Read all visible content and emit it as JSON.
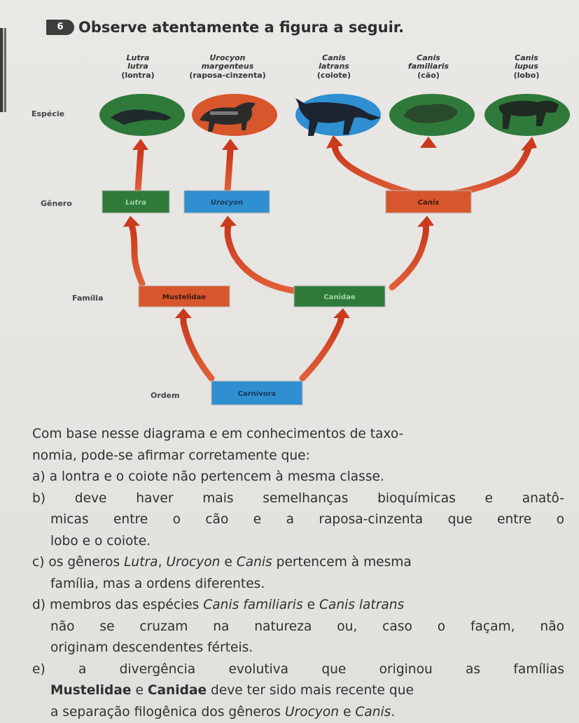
{
  "question": {
    "number": "6",
    "title": "Observe atentamente a figura a seguir."
  },
  "diagram": {
    "ranks": {
      "species": "Espécie",
      "genus": "Gênero",
      "family": "Família",
      "order": "Ordem"
    },
    "species": [
      {
        "scientific_1": "Lutra",
        "scientific_2": "lutra",
        "common": "(lontra)",
        "color": "#2f7a3a"
      },
      {
        "scientific_1": "Urocyon",
        "scientific_2": "margenteus",
        "common": "(raposa-cinzenta)",
        "color": "#d8562c"
      },
      {
        "scientific_1": "Canis",
        "scientific_2": "latrans",
        "common": "(coiote)",
        "color": "#2f8fd0"
      },
      {
        "scientific_1": "Canis",
        "scientific_2": "familiaris",
        "common": "(cão)",
        "color": "#2f7a3a"
      },
      {
        "scientific_1": "Canis",
        "scientific_2": "lupus",
        "common": "(lobo)",
        "color": "#2f7a3a"
      }
    ],
    "genera": [
      {
        "label": "Lutra",
        "color": "#2f7a3a"
      },
      {
        "label": "Urocyon",
        "color": "#2f8fd0"
      },
      {
        "label": "Canis",
        "color": "#d8562c"
      }
    ],
    "families": [
      {
        "label": "Mustelidae",
        "color": "#d8562c"
      },
      {
        "label": "Canidae",
        "color": "#2f7a3a"
      }
    ],
    "order": {
      "label": "Carnívora",
      "color": "#2f8fd0"
    }
  },
  "statement": {
    "line1": "Com base nesse diagrama e em conhecimentos de taxo-",
    "line2": "nomia, pode-se afirmar corretamente que:"
  },
  "options": {
    "a": {
      "letter": "a)",
      "text": "a lontra e o coiote não pertencem à mesma classe."
    },
    "b": {
      "letter": "b)",
      "l1": "deve haver mais semelhanças bioquímicas e anatô-",
      "l2": "micas entre o cão e a raposa-cinzenta que entre o",
      "l3": "lobo e o coiote."
    },
    "c": {
      "letter": "c)",
      "pre": "os gêneros",
      "g1": "Lutra",
      "g2": "Urocyon",
      "g3": "Canis",
      "sep1": ",",
      "and": "e",
      "post": "pertencem à mesma",
      "l2": "família, mas a ordens diferentes."
    },
    "d": {
      "letter": "d)",
      "pre": "membros das espécies",
      "s1": "Canis familiaris",
      "and": "e",
      "s2": "Canis latrans",
      "l2": "não se cruzam na natureza ou, caso o façam, não",
      "l3": "originam descendentes férteis."
    },
    "e": {
      "letter": "e)",
      "l1": "a divergência evolutiva que originou as famílias",
      "f1": "Mustelidae",
      "and": "e",
      "f2": "Canidae",
      "l2_post": "deve ter sido mais recente que",
      "l3_pre": "a separação filogênica dos gêneros",
      "g1": "Urocyon",
      "g2": "Canis",
      "end": "."
    }
  }
}
